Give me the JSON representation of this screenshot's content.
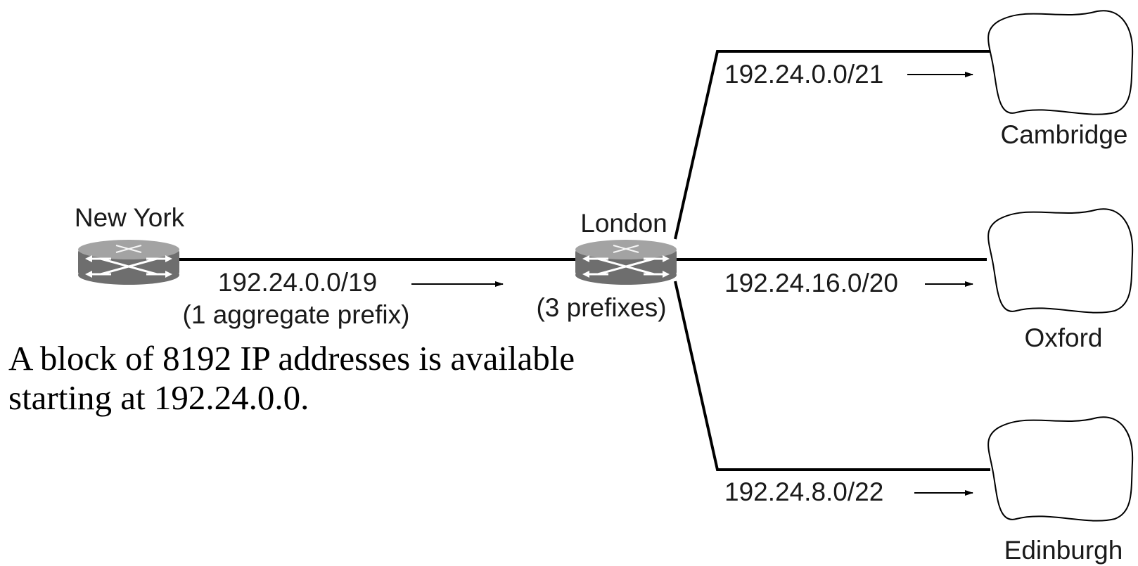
{
  "routers": {
    "new_york": {
      "label": "New York"
    },
    "london": {
      "label": "London",
      "sublabel": "(3 prefixes)"
    }
  },
  "trunk_link": {
    "prefix": "192.24.0.0/19",
    "description": "(1 aggregate prefix)"
  },
  "sites": {
    "cambridge": {
      "label": "Cambridge",
      "prefix": "192.24.0.0/21"
    },
    "oxford": {
      "label": "Oxford",
      "prefix": "192.24.16.0/20"
    },
    "edinburgh": {
      "label": "Edinburgh",
      "prefix": "192.24.8.0/22"
    }
  },
  "note": {
    "line1": "A block of 8192 IP addresses is available",
    "line2": "starting at 192.24.0.0."
  },
  "colors": {
    "router_body": "#6e6e6e",
    "router_top": "#9a9a9a",
    "line": "#000000"
  }
}
